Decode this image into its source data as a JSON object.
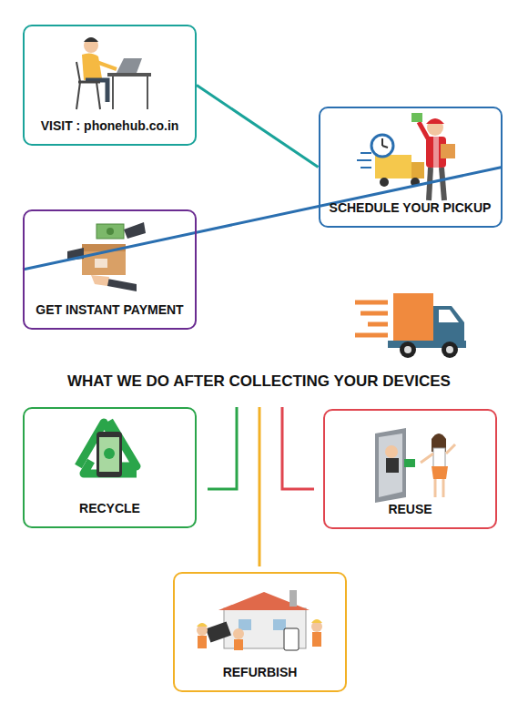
{
  "diagram": {
    "title": "WHAT WE DO AFTER COLLECTING YOUR DEVICES",
    "nodes": [
      {
        "text": [
          "VISIT : phonehub.co.in"
        ]
      },
      {
        "text": [
          "SCHEDULE YOUR PICKUP"
        ]
      },
      {
        "text": [
          "GET INSTANT PAYMENT"
        ]
      },
      {
        "text": [
          "RECYCLE"
        ]
      },
      {
        "text": [
          "REUSE"
        ]
      },
      {
        "text": [
          "REFURBISH"
        ]
      }
    ],
    "edges": [
      {
        "from": 0,
        "to": 1,
        "arrow": "none"
      },
      {
        "from": 1,
        "to": 2,
        "arrow": "none"
      }
    ]
  }
}
